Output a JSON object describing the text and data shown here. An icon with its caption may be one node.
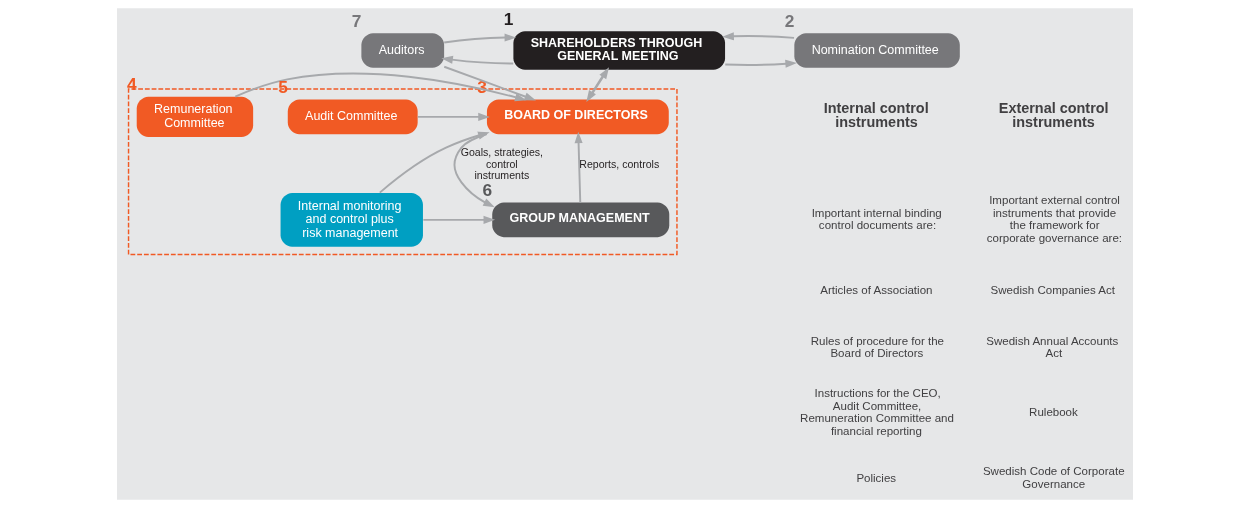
{
  "diagram": {
    "nodes": [
      {
        "text": [
          "Auditors"
        ],
        "beside": [
          "7"
        ]
      },
      {
        "text": [
          "SHAREHOLDERS THROUGH GENERAL MEETING"
        ],
        "beside": [
          "1"
        ]
      },
      {
        "text": [
          "Nomination Committee"
        ],
        "beside": [
          "2"
        ]
      },
      {
        "text": [],
        "shape": "box"
      },
      {
        "text": [
          "BOARD OF DIRECTORS"
        ],
        "in": 3,
        "beside": [
          "3"
        ]
      },
      {
        "text": [
          "Remuneration Committee"
        ],
        "in": 3,
        "beside": [
          "4"
        ]
      },
      {
        "text": [
          "Audit Committee"
        ],
        "in": 3,
        "beside": [
          "5"
        ]
      },
      {
        "text": [
          "Internal monitoring and control plus risk management"
        ],
        "in": 3
      },
      {
        "text": [
          "GROUP MANAGEMENT"
        ],
        "in": 3,
        "beside": [
          "6"
        ]
      }
    ],
    "edges": [
      {
        "from": 1,
        "to": 0,
        "arrow": "to"
      },
      {
        "from": 0,
        "to": 1,
        "arrow": "to"
      },
      {
        "from": 1,
        "to": 2,
        "arrow": "to"
      },
      {
        "from": 2,
        "to": 1,
        "arrow": "to"
      },
      {
        "from": 4,
        "to": 1,
        "arrow": "to"
      },
      {
        "from": 1,
        "to": 4,
        "arrow": "to"
      },
      {
        "from": 0,
        "to": 4,
        "arrow": "to"
      },
      {
        "from": 5,
        "to": 4,
        "arrow": "to"
      },
      {
        "from": 6,
        "to": 4,
        "arrow": "to"
      },
      {
        "from": 7,
        "to": 4,
        "arrow": "to"
      },
      {
        "from": 4,
        "to": 8,
        "arrow": "to",
        "label": "Goals, strategies, control instruments"
      },
      {
        "from": 8,
        "to": 4,
        "arrow": "to",
        "label": "Reports, controls"
      },
      {
        "from": 7,
        "to": 8,
        "arrow": "to"
      }
    ],
    "labels": [
      "Internal control instruments",
      "Important internal binding control documents are:",
      "Articles of Association",
      "Rules of procedure for the Board of Directors",
      "Instructions for the CEO, Audit Committee, Remuneration Committee and financial reporting",
      "Policies",
      "External control instruments",
      "Important external control instruments that provide the framework for corporate governance are:",
      "Swedish Companies Act",
      "Swedish Annual Accounts Act",
      "Rulebook",
      "Swedish Code of Corporate Governance"
    ]
  }
}
